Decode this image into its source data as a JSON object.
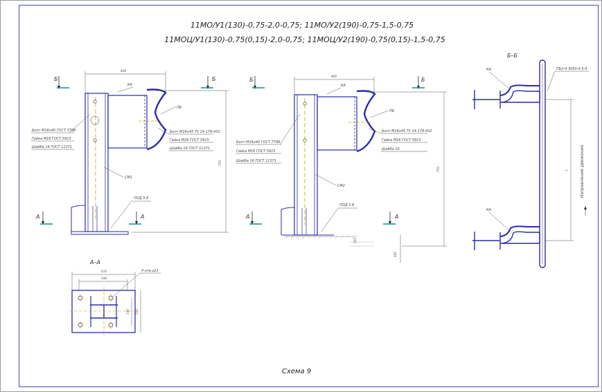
{
  "titles": {
    "line1": "11МО/У1(130)-0,75-2,0-0,75; 11МО/У2(190)-0,75-1,5-0,75",
    "line2": "11МОЦ/У1(130)-0,75(0,15)-2,0-0,75; 11МОЦ/У2(190)-0,75(0,15)-1,5-0,75"
  },
  "caption": "Схема 9",
  "section_labels": {
    "aa": "А–А",
    "bb": "Б–Б",
    "a": "А",
    "b": "Б"
  },
  "left_view": {
    "dim_top": "400",
    "dim_right": "750",
    "ka": "КА",
    "pb": "ПБ",
    "sm": "СМ1",
    "pod": "ПОД 5.8",
    "callouts_left": [
      "Болт М16х40 ГОСТ 7798",
      "Гайка М16 ГОСТ 5915",
      "Шайба 16 ГОСТ 11371"
    ],
    "callouts_right": [
      "Болт М16х45 ТУ 14-178-432",
      "Гайка М16 ГОСТ 5915",
      "Шайба 16 ГОСТ 11371"
    ]
  },
  "mid_view": {
    "dim_top": "400",
    "dim_right": "750",
    "ka": "КА",
    "pb": "ПБ",
    "sm": "СМ2",
    "pod": "ПОД 5.8",
    "callouts_left": [
      "Болт М16х40 ГОСТ 7798",
      "Гайка М16 ГОСТ 5915",
      "Шайба 16 ГОСТ 11371"
    ],
    "callouts_right": [
      "Болт М16х45 ТУ 14-178-432",
      "Гайка М16 ГОСТ 5915",
      "Шайба 16"
    ],
    "dim_small": [
      "300",
      "165"
    ]
  },
  "section_aa": {
    "dim_outer": "210",
    "dim_inner": "140",
    "dim_v_inner": "140",
    "dim_v_outer": "210",
    "holes_note": "4 отв.⌀21"
  },
  "section_bb": {
    "ka": "КА",
    "pb_note": "ПБ2-4.3050-4.5-4",
    "direction": "Направление движения",
    "dim": "L"
  }
}
